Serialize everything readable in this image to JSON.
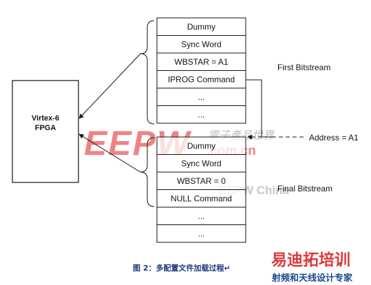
{
  "fpga": {
    "line1": "Virtex-6",
    "line2": "FPGA"
  },
  "first_stack": [
    "Dummy",
    "Sync Word",
    "WBSTAR = A1",
    "IPROG Command",
    "...",
    "..."
  ],
  "final_stack": [
    "Dummy",
    "Sync Word",
    "WBSTAR = 0",
    "NULL Command",
    "...",
    "..."
  ],
  "labels": {
    "first_bitstream": "First Bitstream",
    "final_bitstream": "Final Bitstream",
    "address": "Address = A1"
  },
  "caption": "图 2：多配置文件加载过程↵",
  "watermarks": {
    "eepw": "EEPW",
    "eepw_cn": "電子產品世界",
    "eepw_domain": ".com.cn",
    "eepw_china": "EEPW China",
    "brand_cn": "易迪拓培训",
    "brand_sub": "射频和天线设计专家"
  },
  "colors": {
    "line": "#111111",
    "caption": "#1f3a7a",
    "eepw_red": "#e02020",
    "brand_red": "#d92424",
    "brand_blue": "#1a4a8a"
  }
}
